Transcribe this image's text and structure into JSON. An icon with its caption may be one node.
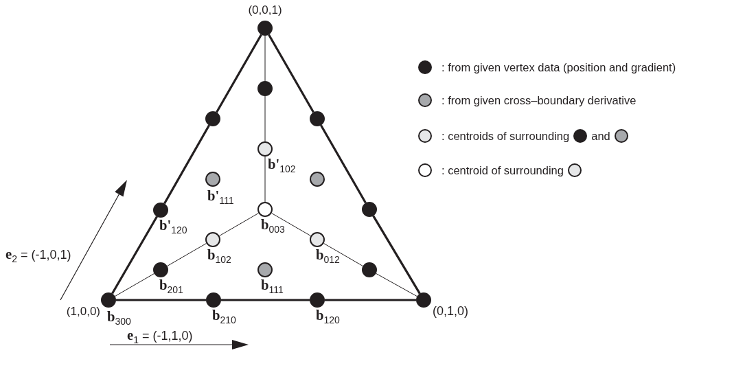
{
  "diagram": {
    "nodes": [
      {
        "text": [],
        "shape": "circle",
        "beside": [
          "(0,0,1)"
        ]
      },
      {
        "text": [],
        "shape": "circle"
      },
      {
        "text": [],
        "shape": "circle"
      },
      {
        "text": [],
        "shape": "circle"
      },
      {
        "text": [],
        "shape": "circle",
        "beside": [
          "**b'**$_{102}$"
        ]
      },
      {
        "text": [],
        "shape": "circle",
        "beside": [
          "**b'**$_{111}$"
        ]
      },
      {
        "text": [],
        "shape": "circle"
      },
      {
        "text": [],
        "shape": "circle",
        "beside": [
          "**b**$_{003}$"
        ]
      },
      {
        "text": [],
        "shape": "circle",
        "beside": [
          "**b'**$_{120}$"
        ]
      },
      {
        "text": [],
        "shape": "circle"
      },
      {
        "text": [],
        "shape": "circle",
        "beside": [
          "**b**$_{102}$"
        ]
      },
      {
        "text": [],
        "shape": "circle",
        "beside": [
          "**b**$_{012}$"
        ]
      },
      {
        "text": [],
        "shape": "circle",
        "beside": [
          "**b**$_{201}$"
        ]
      },
      {
        "text": [],
        "shape": "circle",
        "beside": [
          "**b**$_{111}$"
        ]
      },
      {
        "text": [],
        "shape": "circle"
      },
      {
        "text": [],
        "shape": "circle",
        "beside": [
          "(1,0,0)",
          "**b**$_{300}$"
        ]
      },
      {
        "text": [],
        "shape": "circle",
        "beside": [
          "**b**$_{210}$"
        ]
      },
      {
        "text": [],
        "shape": "circle",
        "beside": [
          "**b**$_{120}$"
        ]
      },
      {
        "text": [],
        "shape": "circle",
        "beside": [
          "(0,1,0)"
        ]
      }
    ],
    "edges": [
      {
        "from": 0,
        "to": 2,
        "arrow": "none",
        "style": "thick"
      },
      {
        "from": 2,
        "to": 8,
        "arrow": "none",
        "style": "thick"
      },
      {
        "from": 8,
        "to": 15,
        "arrow": "none",
        "style": "thick"
      },
      {
        "from": 15,
        "to": 16,
        "arrow": "none",
        "style": "thick"
      },
      {
        "from": 16,
        "to": 17,
        "arrow": "none",
        "style": "thick"
      },
      {
        "from": 17,
        "to": 18,
        "arrow": "none",
        "style": "thick"
      },
      {
        "from": 18,
        "to": 9,
        "arrow": "none",
        "style": "thick"
      },
      {
        "from": 9,
        "to": 3,
        "arrow": "none",
        "style": "thick"
      },
      {
        "from": 3,
        "to": 0,
        "arrow": "none",
        "style": "thick"
      },
      {
        "from": 0,
        "to": 1,
        "arrow": "none"
      },
      {
        "from": 1,
        "to": 4,
        "arrow": "none"
      },
      {
        "from": 4,
        "to": 7,
        "arrow": "none"
      },
      {
        "from": 15,
        "to": 12,
        "arrow": "none"
      },
      {
        "from": 12,
        "to": 10,
        "arrow": "none"
      },
      {
        "from": 10,
        "to": 7,
        "arrow": "none"
      },
      {
        "from": 18,
        "to": 14,
        "arrow": "none"
      },
      {
        "from": 14,
        "to": 11,
        "arrow": "none"
      },
      {
        "from": 11,
        "to": 7,
        "arrow": "none"
      }
    ],
    "labels": [
      "**e**$_{2}$ = (-1,0,1)",
      "**e**$_{1}$ = (-1,1,0)"
    ],
    "legend": [
      {
        "text": ": from given vertex data (position and gradient)"
      },
      {
        "text": ": from given cross–boundary derivative"
      },
      {
        "text": ": centroids of surrounding and"
      },
      {
        "text": ": centroid of surrounding"
      }
    ]
  }
}
